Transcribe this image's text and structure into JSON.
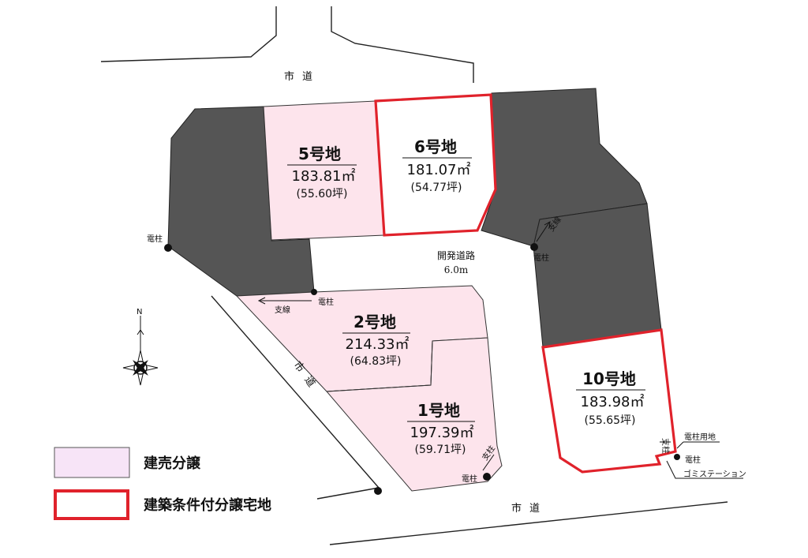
{
  "roads": {
    "north": "市道",
    "south": "市道",
    "west": "市道",
    "dev_road_name": "開発道路",
    "dev_road_width": "6.0m"
  },
  "lots": [
    {
      "id": "5",
      "title": "5号地",
      "area": "183.81㎡",
      "tsubo": "(55.60坪)",
      "type": "sale"
    },
    {
      "id": "6",
      "title": "6号地",
      "area": "181.07㎡",
      "tsubo": "(54.77坪)",
      "type": "conditional"
    },
    {
      "id": "2",
      "title": "2号地",
      "area": "214.33㎡",
      "tsubo": "(64.83坪)",
      "type": "sale"
    },
    {
      "id": "1",
      "title": "1号地",
      "area": "197.39㎡",
      "tsubo": "(59.71坪)",
      "type": "sale"
    },
    {
      "id": "10",
      "title": "10号地",
      "area": "183.98㎡",
      "tsubo": "(55.65坪)",
      "type": "conditional"
    }
  ],
  "annotations": {
    "pole": "電柱",
    "guy_wire": "支線",
    "pole_support": "支柱",
    "pole_land": "電柱用地",
    "garbage_station": "ゴミステーション",
    "north_mark": "N"
  },
  "legend": {
    "sale_label": "建売分譲",
    "conditional_label": "建築条件付分譲宅地"
  },
  "colors": {
    "sale_fill": "#fde4ec",
    "conditional_border": "#e0222b",
    "other_lot": "#555555",
    "legend_sale_fill": "#f7e4f7"
  }
}
